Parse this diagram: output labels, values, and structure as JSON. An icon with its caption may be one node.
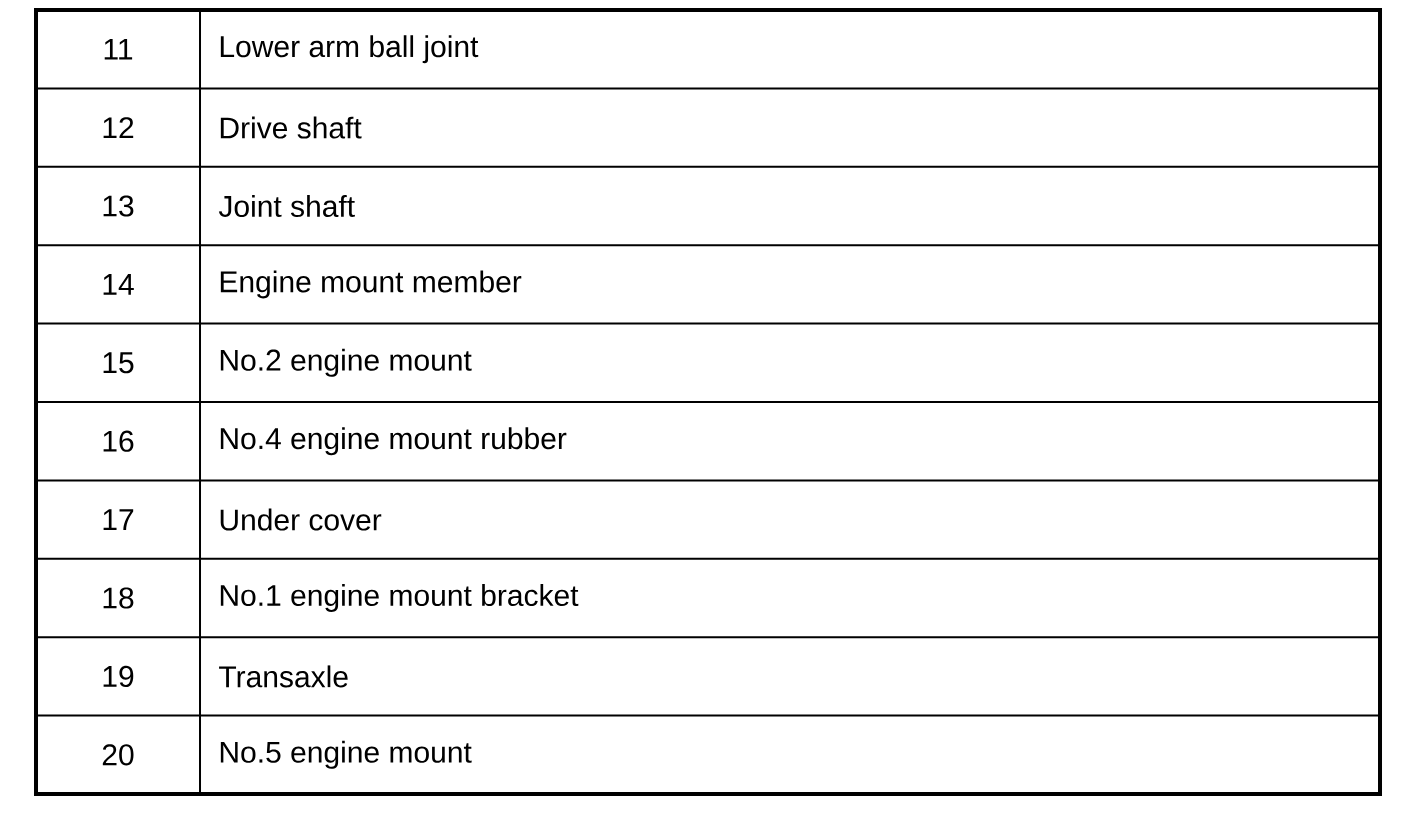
{
  "diagram": {
    "labels": [
      "11",
      "Lower arm ball joint",
      "12",
      "Drive shaft",
      "13",
      "Joint shaft",
      "14",
      "Engine mount member",
      "15",
      "No.2 engine mount",
      "16",
      "No.4 engine mount rubber",
      "17",
      "Under cover",
      "18",
      "No.1 engine mount bracket",
      "19",
      "Transaxle",
      "20",
      "No.5 engine mount"
    ]
  }
}
